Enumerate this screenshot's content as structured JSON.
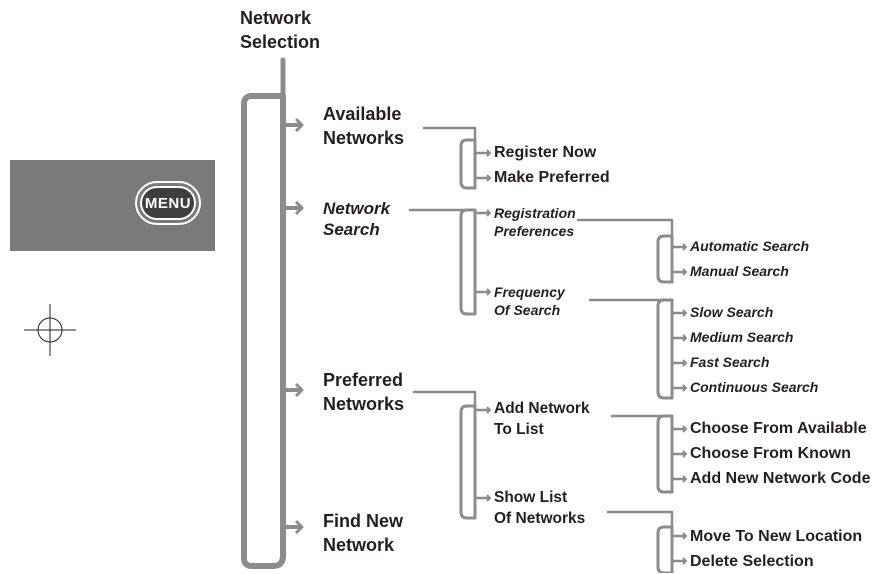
{
  "title": "Network\nSelection",
  "menu_button": {
    "label": "MENU"
  },
  "tree": {
    "available_networks": {
      "label": "Available\nNetworks",
      "children": [
        "Register Now",
        "Make Preferred"
      ]
    },
    "network_search": {
      "label": "Network\nSearch",
      "registration_preferences": {
        "label": "Registration\nPreferences",
        "children": [
          "Automatic Search",
          "Manual Search"
        ]
      },
      "frequency_of_search": {
        "label": "Frequency\nOf Search",
        "children": [
          "Slow Search",
          "Medium Search",
          "Fast Search",
          "Continuous Search"
        ]
      }
    },
    "preferred_networks": {
      "label": "Preferred\nNetworks",
      "add_network": {
        "label": "Add Network\nTo List",
        "children": [
          "Choose From Available",
          "Choose From Known",
          "Add New Network Code"
        ]
      },
      "show_list": {
        "label": "Show List\nOf Networks",
        "children": [
          "Move To New Location",
          "Delete Selection"
        ]
      }
    },
    "find_new_network": {
      "label": "Find New\nNetwork"
    }
  },
  "colors": {
    "connector": "#8c8c8c",
    "panel": "#7a7a7a",
    "text": "#231f20"
  }
}
